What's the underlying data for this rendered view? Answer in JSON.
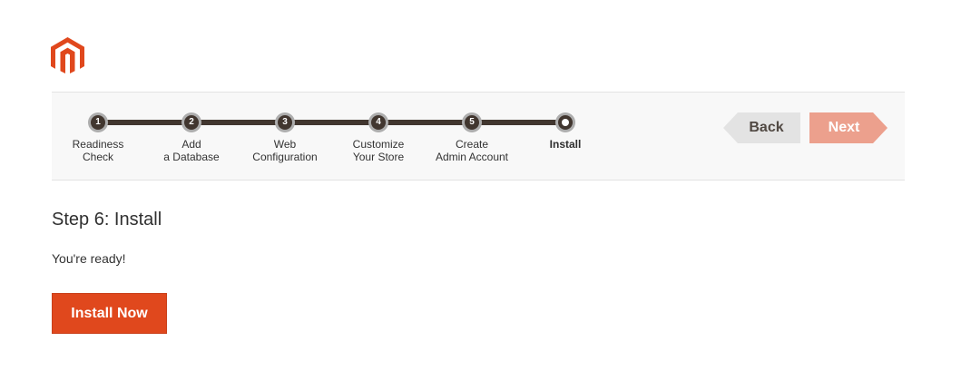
{
  "logo": {
    "icon": "magento-logo-icon",
    "color": "#e0481d"
  },
  "steps": [
    {
      "number": "1",
      "label_line1": "Readiness",
      "label_line2": "Check",
      "state": "done"
    },
    {
      "number": "2",
      "label_line1": "Add",
      "label_line2": "a Database",
      "state": "done"
    },
    {
      "number": "3",
      "label_line1": "Web",
      "label_line2": "Configuration",
      "state": "done"
    },
    {
      "number": "4",
      "label_line1": "Customize",
      "label_line2": "Your Store",
      "state": "done"
    },
    {
      "number": "5",
      "label_line1": "Create",
      "label_line2": "Admin Account",
      "state": "done"
    },
    {
      "number": "",
      "label_line1": "Install",
      "label_line2": "",
      "state": "current"
    }
  ],
  "nav": {
    "back_label": "Back",
    "next_label": "Next"
  },
  "main": {
    "title": "Step 6: Install",
    "message": "You're ready!",
    "install_label": "Install Now"
  },
  "colors": {
    "accent": "#e0481d",
    "next_disabled": "#eca08d",
    "back": "#e3e3e3",
    "track": "#41362f"
  }
}
